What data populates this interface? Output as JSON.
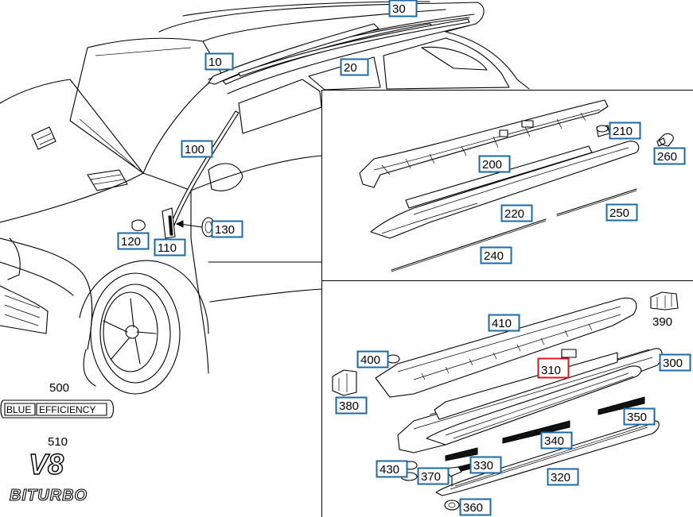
{
  "callouts": [
    {
      "id": "10",
      "label": "10"
    },
    {
      "id": "20",
      "label": "20"
    },
    {
      "id": "30",
      "label": "30"
    },
    {
      "id": "100",
      "label": "100"
    },
    {
      "id": "110",
      "label": "110"
    },
    {
      "id": "120",
      "label": "120"
    },
    {
      "id": "130",
      "label": "130"
    },
    {
      "id": "200",
      "label": "200"
    },
    {
      "id": "210",
      "label": "210"
    },
    {
      "id": "220",
      "label": "220"
    },
    {
      "id": "240",
      "label": "240"
    },
    {
      "id": "250",
      "label": "250"
    },
    {
      "id": "260",
      "label": "260"
    },
    {
      "id": "300",
      "label": "300"
    },
    {
      "id": "310",
      "label": "310",
      "selected": true
    },
    {
      "id": "320",
      "label": "320"
    },
    {
      "id": "330",
      "label": "330"
    },
    {
      "id": "340",
      "label": "340"
    },
    {
      "id": "350",
      "label": "350"
    },
    {
      "id": "360",
      "label": "360"
    },
    {
      "id": "370",
      "label": "370"
    },
    {
      "id": "380",
      "label": "380"
    },
    {
      "id": "400",
      "label": "400"
    },
    {
      "id": "410",
      "label": "410"
    },
    {
      "id": "430",
      "label": "430"
    }
  ],
  "plain_labels": {
    "p390": "390",
    "p500": "500",
    "p510": "510"
  },
  "badges": {
    "blue": "BLUE",
    "efficiency": "EFFICIENCY",
    "v8": "V8",
    "biturbo": "BITURBO"
  },
  "colors": {
    "callout_border": "#1a6aa8",
    "selected_border": "#e0141e"
  }
}
